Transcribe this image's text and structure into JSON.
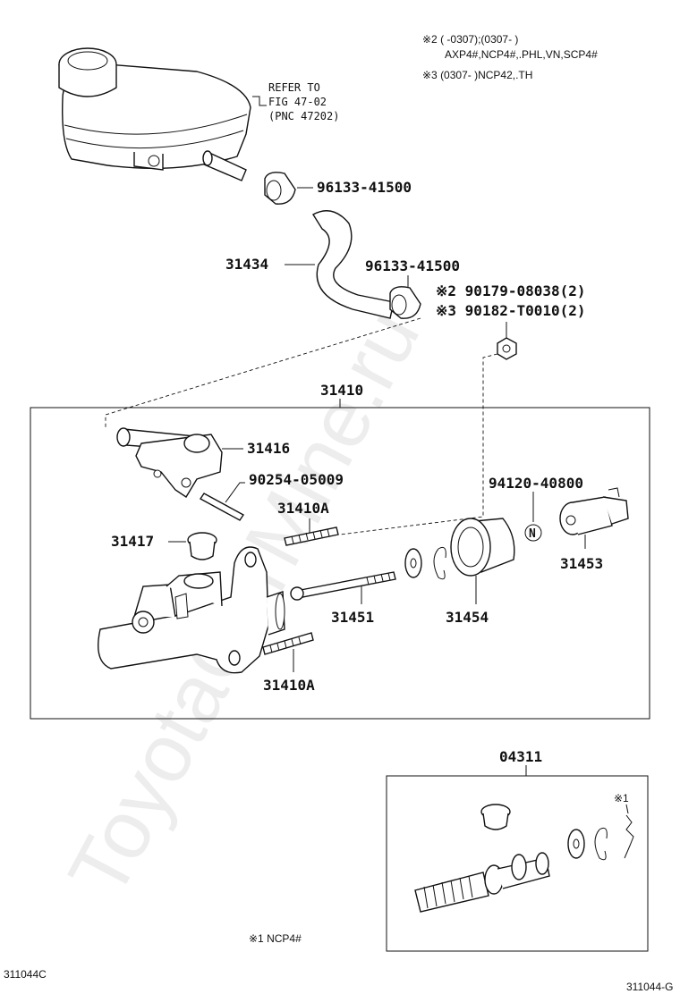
{
  "notes": {
    "note2_line1": "※2 (    -0307);(0307-    )",
    "note2_line2": "AXP4#,NCP4#,.PHL,VN,SCP4#",
    "note3": "※3 (0307-    )NCP42,.TH",
    "note1": "※1  NCP4#"
  },
  "reference": {
    "line1": "REFER TO",
    "line2": "FIG 47-02",
    "line3": "(PNC 47202)"
  },
  "parts": {
    "clip_upper": "96133-41500",
    "hose": "31434",
    "clip_lower": "96133-41500",
    "nut_2": "※2 90179-08038(2)",
    "nut_3": "※3 90182-T0010(2)",
    "assembly": "31410",
    "inlet": "31416",
    "pin": "90254-05009",
    "stud_upper": "31410A",
    "plug": "31417",
    "nut_n": "94120-40800",
    "clevis": "31453",
    "push_rod": "31451",
    "boot": "31454",
    "stud_lower": "31410A",
    "kit": "04311",
    "kit_note": "※1"
  },
  "callouts": {
    "n_mark": "N"
  },
  "codes": {
    "left": "311044C",
    "right": "311044-G"
  },
  "watermark": "ToyotaCarMine.ru"
}
